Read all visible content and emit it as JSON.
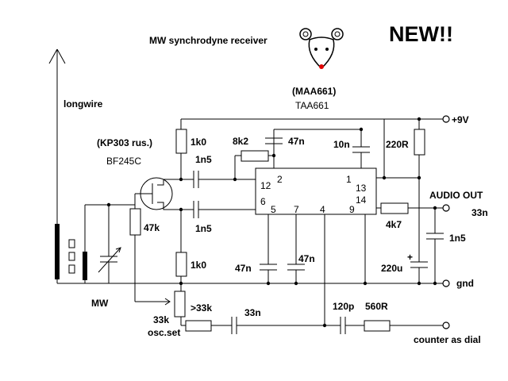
{
  "title": "MW synchrodyne receiver",
  "badge": "NEW!!",
  "ic_alt_name": "(MAA661)",
  "ic_name": "TAA661",
  "antenna_label": "longwire",
  "fet_alt_name": "(KP303 rus.)",
  "fet_name": "BF245C",
  "supply": "+9V",
  "audio_out": "AUDIO OUT",
  "gnd": "gnd",
  "counter": "counter as dial",
  "mw_coil": "MW",
  "osc_set_value": "33k",
  "osc_set": "osc.set",
  "components": {
    "r_1k0_top": "1k0",
    "r_8k2": "8k2",
    "c_47n_top": "47n",
    "c_10n": "10n",
    "r_220R": "220R",
    "c_1n5_top": "1n5",
    "c_1n5_bottom": "1n5",
    "r_47k": "47k",
    "r_1k0_bottom": "1k0",
    "r_4k7": "4k7",
    "c_33n_out": "33n",
    "c_1n5_out": "1n5",
    "c_220u": "220u",
    "c_47n_pin5": "47n",
    "c_47n_pin7": "47n",
    "r_gt33k": ">33k",
    "c_33n_bottom": "33n",
    "c_120p": "120p",
    "r_560R": "560R"
  },
  "pins": [
    "12",
    "2",
    "1",
    "13",
    "14",
    "6",
    "5",
    "7",
    "4",
    "9"
  ],
  "cap_polarity": "+"
}
